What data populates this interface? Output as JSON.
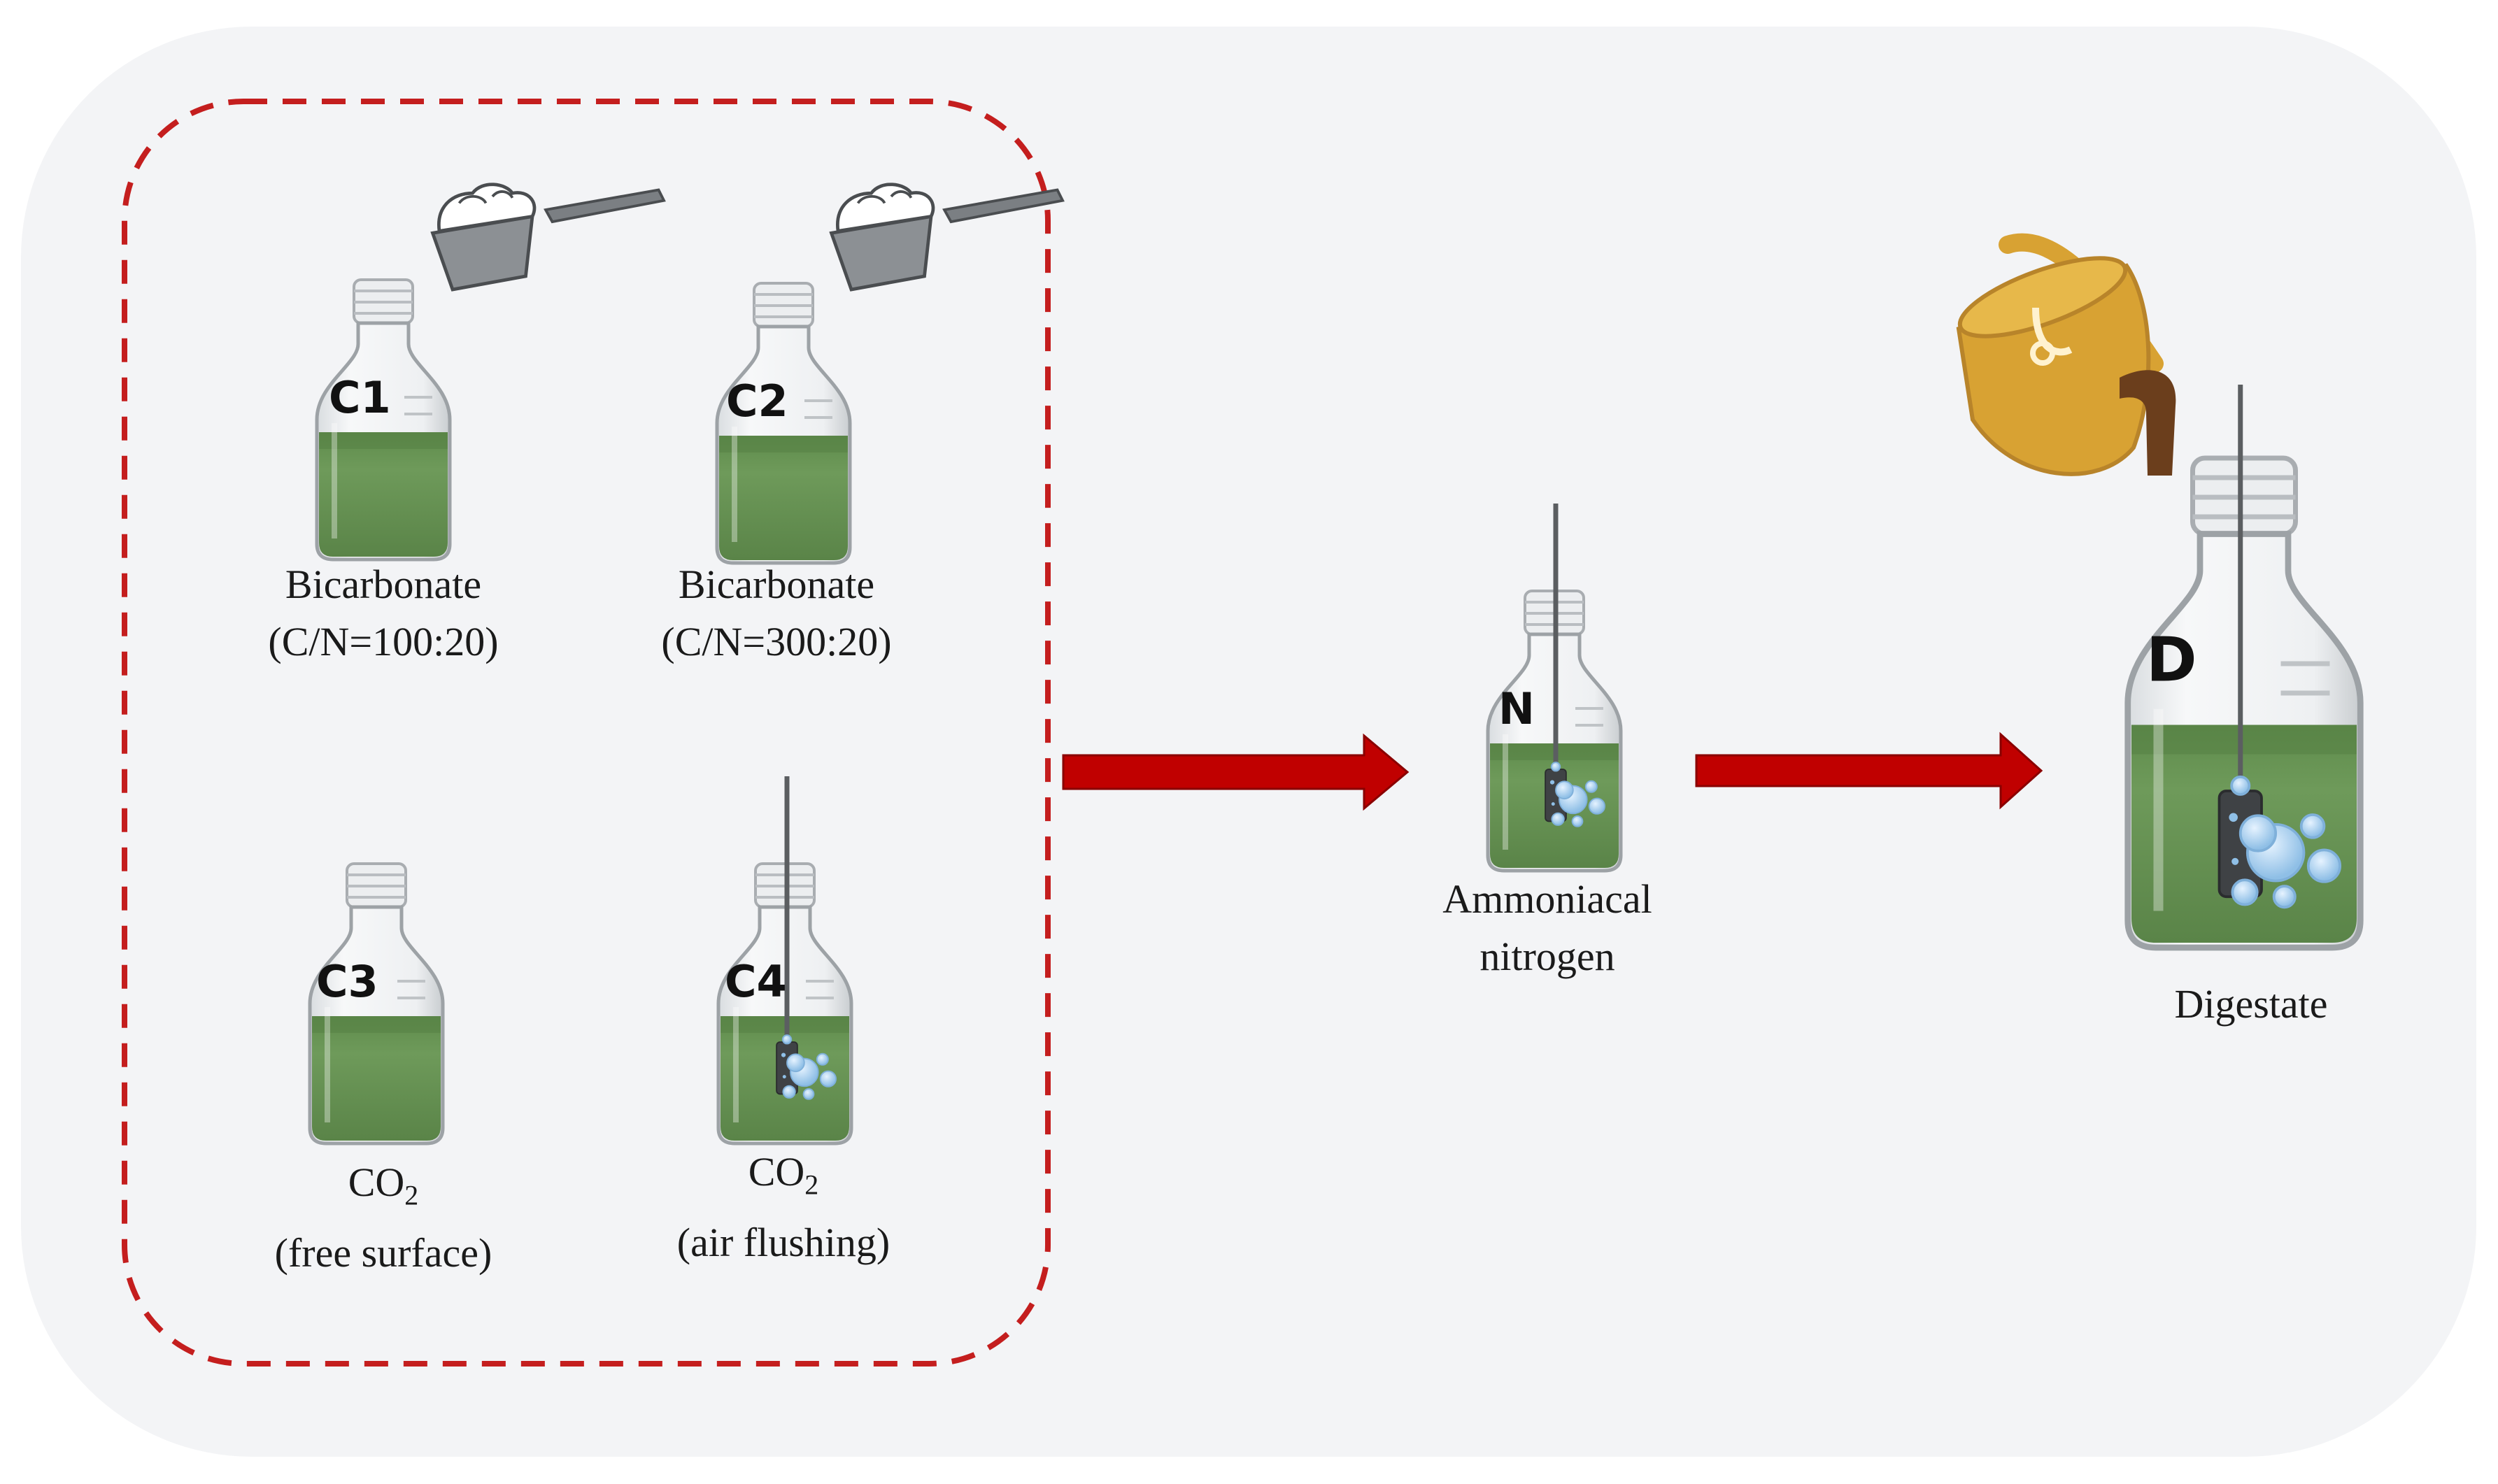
{
  "diagram": {
    "bottles": [
      {
        "id": "C1",
        "tag": "C1",
        "label_lines": [
          "Bicarbonate",
          "(C/N=100:20)"
        ]
      },
      {
        "id": "C2",
        "tag": "C2",
        "label_lines": [
          "Bicarbonate",
          "(C/N=300:20)"
        ]
      },
      {
        "id": "C3",
        "tag": "C3",
        "label_lines": [
          "CO",
          "(free surface)"
        ],
        "label_subscript": "2"
      },
      {
        "id": "C4",
        "tag": "C4",
        "label_lines": [
          "CO",
          "(air flushing)"
        ],
        "label_subscript": "2"
      },
      {
        "id": "N",
        "tag": "N",
        "label_lines": [
          "Ammoniacal",
          "nitrogen"
        ]
      },
      {
        "id": "D",
        "tag": "D",
        "label_lines": [
          "Digestate"
        ]
      }
    ],
    "icons": [
      "powder-scoop-icon",
      "powder-scoop-icon",
      "pouring-bucket-icon",
      "air-diffuser-icon",
      "flow-arrow-icon"
    ],
    "colors": {
      "background_panel": "#f3f4f6",
      "dashed_border": "#c41e1e",
      "arrow": "#c00000",
      "liquid": "#6e9a5a",
      "bucket": "#d8a233",
      "digestate_stream": "#6b3e1c"
    }
  }
}
